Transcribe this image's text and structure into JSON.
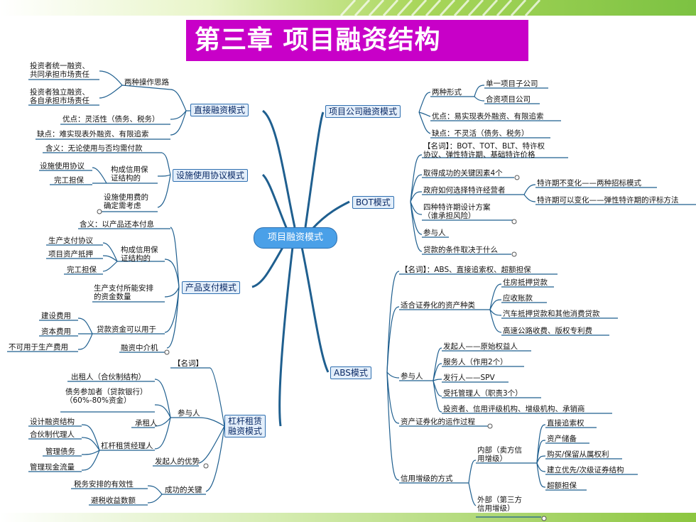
{
  "title": "第三章 项目融资结构",
  "center": "项目融资模式",
  "left": {
    "direct": {
      "label": "直接融资模式",
      "ops": "两种操作思路",
      "ops1": "投资者统一融资、\n共同承担市场责任",
      "ops2": "投资者独立融资、\n各自承担市场责任",
      "pro": "优点：灵活性（债务、税务）",
      "con": "缺点：难实现表外融资、有限追索"
    },
    "facility": {
      "label": "设施使用协议模式",
      "meaning": "含义：无论使用与否均需付款",
      "credit": "构成信用保\n证结构的",
      "c1": "设施使用协议",
      "c2": "完工担保",
      "fee": "设施使用费的\n确定需考虑"
    },
    "product": {
      "label": "产品支付模式",
      "meaning": "含义：以产品还本付息",
      "credit": "构成信用保\n证结构的",
      "c1": "生产支付协议",
      "c2": "项目资产抵押",
      "c3": "完工担保",
      "cap": "生产支付所能安排\n的资金数量",
      "loan": "贷款资金可以用于",
      "l1": "建设费用",
      "l2": "资本费用",
      "l3": "不可用于生产费用",
      "mid": "融资中介机"
    },
    "lease": {
      "label": "杠杆租赁\n融资模式",
      "term": "【名词】",
      "party": "参与人",
      "p1": "出租人（合伙制结构）",
      "p2": "债务参加者（贷款银行）\n（60%-80%资金）",
      "p3": "承租人",
      "p4": "杠杆租赁经理人",
      "m1": "设计融资结构",
      "m2": "合伙制代理人",
      "m3": "管理债务",
      "m4": "管理现金流量",
      "adv": "发起人的优势",
      "key": "成功的关键",
      "k1": "税务安排的有效性",
      "k2": "避税收益数额"
    }
  },
  "right": {
    "company": {
      "label": "项目公司融资模式",
      "forms": "两种形式",
      "f1": "单一项目子公司",
      "f2": "合资项目公司",
      "pro": "优点：易实现表外融资、有限追索",
      "con": "缺点：不灵活（债务、税务）"
    },
    "bot": {
      "label": "BOT模式",
      "term": "【名词】：BOT、TOT、BLT、特许权\n协议、弹性特许期、基础特许价格",
      "keys": "取得成功的关键因素4个",
      "gov": "政府如何选择特许经营者",
      "g1": "特许期不变化——两种招标模式",
      "g2": "特许期可以变化——弹性特许期的评标方法",
      "plan": "四种特许期设计方案\n（谁承担风险）",
      "party": "参与人",
      "loan": "贷款的条件取决于什么"
    },
    "abs": {
      "label": "ABS模式",
      "term": "【名词】：ABS、直接追索权、超额担保",
      "assets": "适合证券化的资产种类",
      "a1": "住房抵押贷款",
      "a2": "应收账款",
      "a3": "汽车抵押贷款和其他消费贷款",
      "a4": "高速公路收费、版权专利费",
      "party": "参与人",
      "p1": "发起人——原始权益人",
      "p2": "服务人（作用2个）",
      "p3": "发行人——SPV",
      "p4": "受托管理人（职责3个）",
      "p5": "投资者、信用评级机构、增级机构、承销商",
      "process": "资产证券化的运作过程",
      "credit": "信用增级的方式",
      "inner": "内部（卖方信\n用增级）",
      "i1": "直接追索权",
      "i2": "资产储备",
      "i3": "购买/保留从属权利",
      "i4": "建立优先/次级证券结构",
      "i5": "超额担保",
      "outer": "外部（第三方\n信用增级）"
    }
  },
  "colors": {
    "branch": "#1f5f8f",
    "title_bg": "#c800c8",
    "node_fill": "#e3eefa"
  }
}
